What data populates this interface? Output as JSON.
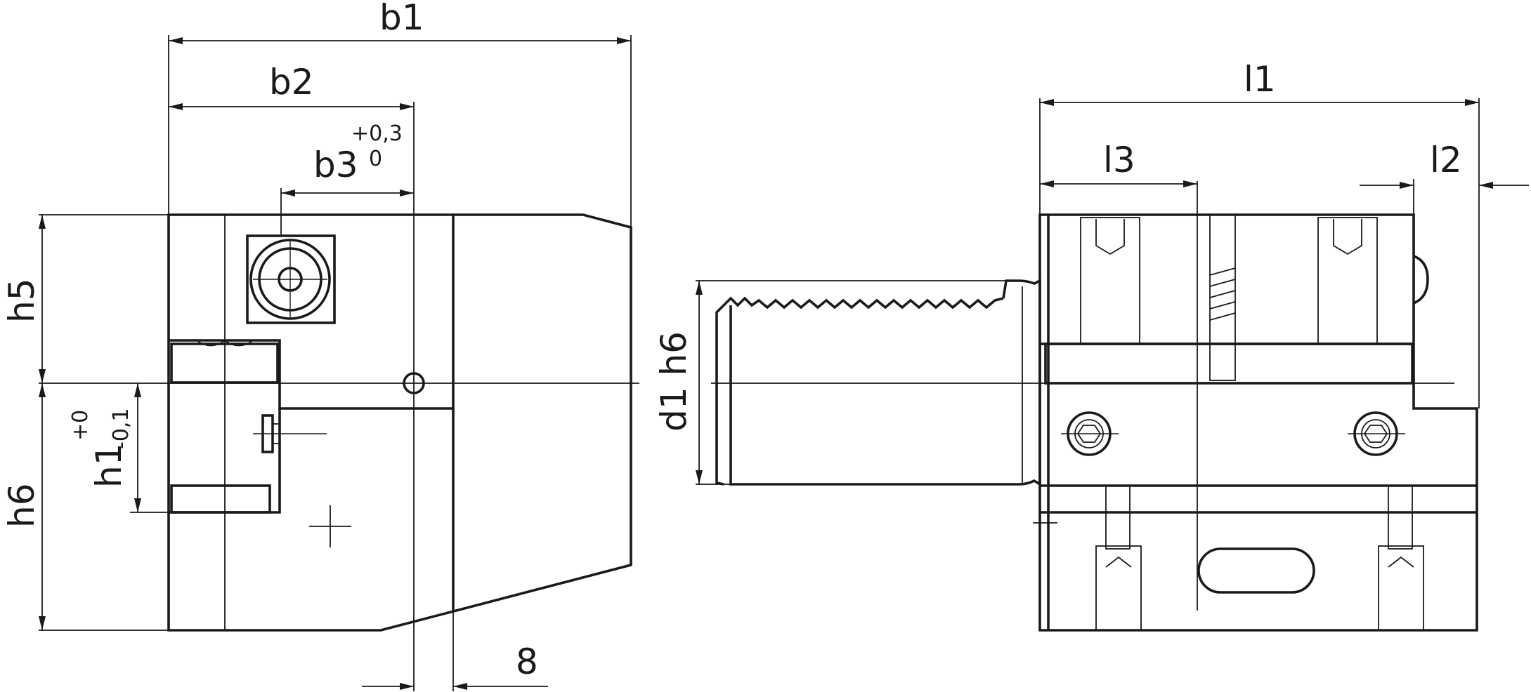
{
  "dimensions": {
    "b1": "b1",
    "b2": "b2",
    "b3": "b3",
    "b3_tol_upper": "+0,3",
    "b3_tol_lower": "0",
    "h5": "h5",
    "h6": "h6",
    "h1": "h1",
    "h1_tol_upper": "+0",
    "h1_tol_lower": "-0,1",
    "offset": "8",
    "l1": "l1",
    "l2": "l2",
    "l3": "l3",
    "d1": "d1 h6"
  }
}
